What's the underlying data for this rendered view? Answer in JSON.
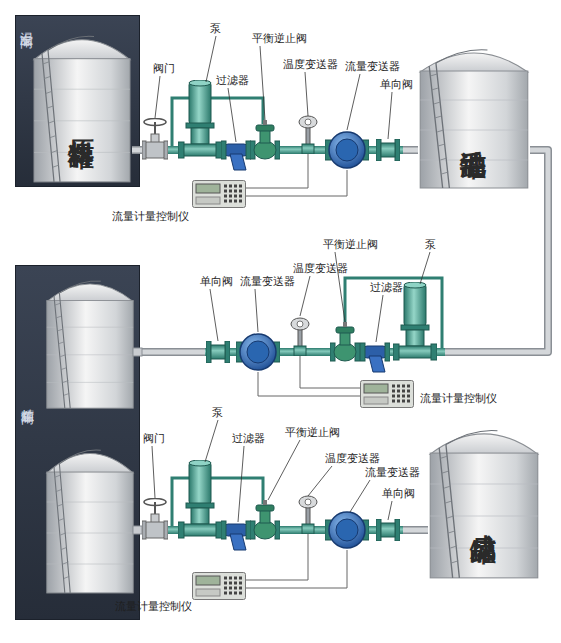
{
  "diagram": {
    "nodes": [
      {
        "text": [
          "浸出车间"
        ]
      },
      {
        "text": [
          "原料罐"
        ],
        "in": 0
      },
      {
        "text": [
          "毛油罐"
        ]
      },
      {
        "text": [
          "精炼车间"
        ]
      },
      {
        "text": [
          "成品罐"
        ]
      }
    ],
    "edges": [
      {
        "from": 1,
        "to": 2,
        "arrow": "none"
      },
      {
        "from": 2,
        "to": 3,
        "arrow": "none"
      },
      {
        "from": 3,
        "to": 4,
        "arrow": "none"
      }
    ],
    "labels": [
      "泵",
      "平衡逆止阀",
      "阀门",
      "过滤器",
      "温度变送器",
      "流量变送器",
      "单向阀",
      "流量计量控制仪",
      "平衡逆止阀",
      "泵",
      "单向阀",
      "流量变送器",
      "温度变送器",
      "过滤器",
      "流量计量控制仪",
      "泵",
      "阀门",
      "过滤器",
      "平衡逆止阀",
      "温度变送器",
      "流量变送器",
      "单向阀",
      "流量计量控制仪"
    ]
  }
}
